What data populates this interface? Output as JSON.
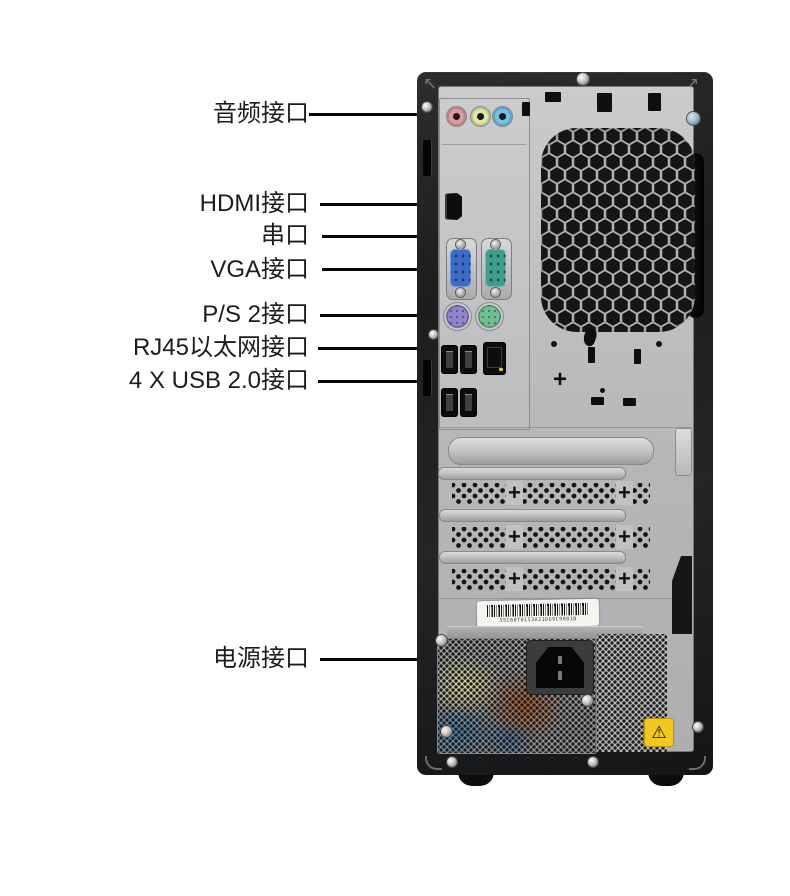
{
  "diagram": {
    "type": "desktop-tower-rear-panel-annotated",
    "labels": [
      {
        "id": "audio",
        "text": "音频接口"
      },
      {
        "id": "hdmi",
        "text": "HDMI接口"
      },
      {
        "id": "serial",
        "text": "串口"
      },
      {
        "id": "vga",
        "text": "VGA接口"
      },
      {
        "id": "ps2",
        "text": "P/S 2接口"
      },
      {
        "id": "rj45",
        "text": "RJ45以太网接口"
      },
      {
        "id": "usb",
        "text": "4 X USB 2.0接口"
      },
      {
        "id": "power",
        "text": "电源接口"
      }
    ],
    "marks": {
      "plus": "+",
      "warning": "⚠",
      "corner_arrow_left": "↖",
      "corner_arrow_right": "↗"
    },
    "barcode_serial": "5SC60T0153AJ1DG9C9001B",
    "colors": {
      "audio_mic": "#e09aa4",
      "audio_lineout": "#dfe8a2",
      "audio_linein": "#6ec4e8",
      "vga": "#3b6cc7",
      "serial_db9": "#3f9d8c",
      "ps2_keyboard": "#8f84cc",
      "ps2_mouse": "#6fbf92",
      "rj45_led": "#e8c832",
      "warning_label": "#f2c81e",
      "label_text": "#1c1c1c",
      "leader_line": "#060606"
    }
  }
}
